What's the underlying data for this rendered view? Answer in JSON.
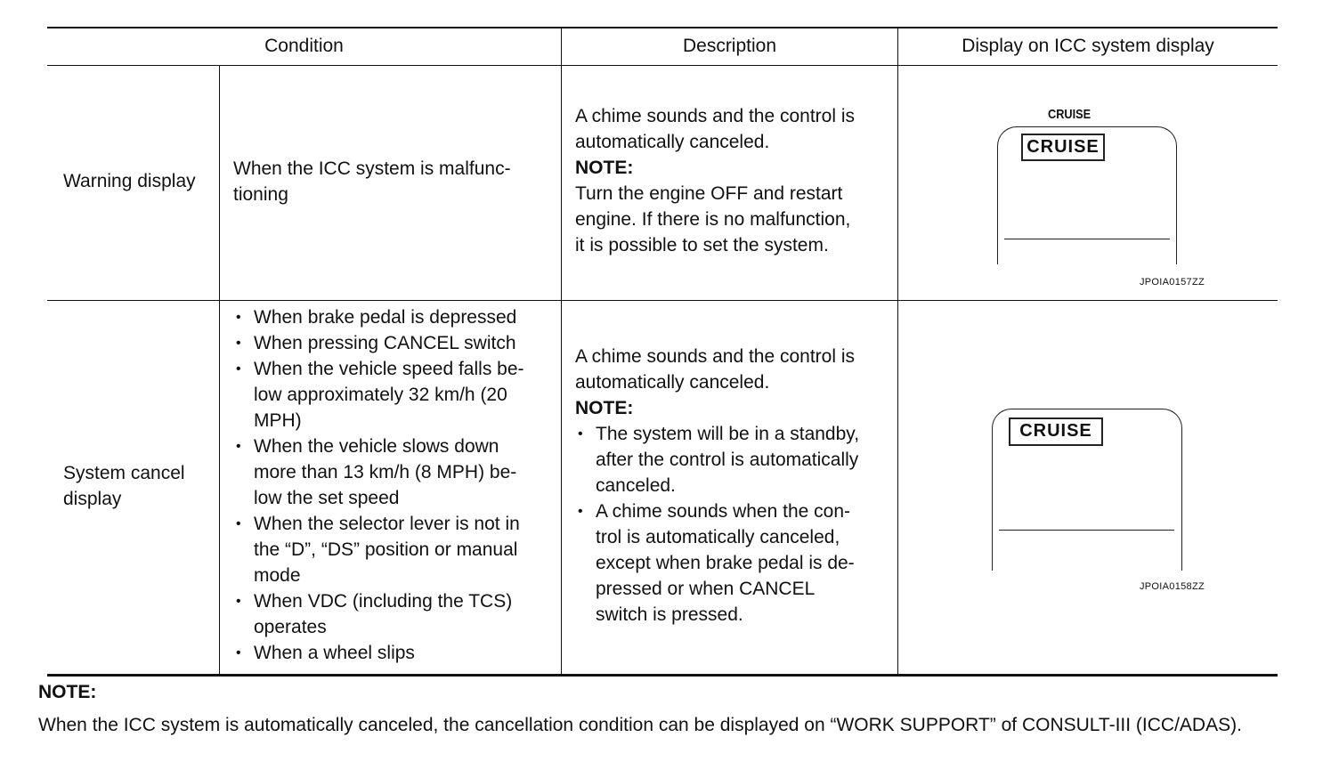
{
  "table": {
    "headers": [
      "Condition",
      "Description",
      "Display on ICC system display"
    ],
    "rows": [
      {
        "type": "Warning display",
        "condition": [
          "When the ICC system is malfunc-",
          "tioning"
        ],
        "description": {
          "lines": [
            "A chime sounds and the control is",
            "automatically canceled."
          ],
          "note_label": "NOTE:",
          "note_lines": [
            "Turn the engine OFF and restart",
            "engine. If there is no malfunction,",
            "it is possible to set the system."
          ]
        },
        "display": {
          "top_label": "CRUISE",
          "box_label": "CRUISE",
          "code": "JPOIA0157ZZ"
        }
      },
      {
        "type_lines": [
          "System cancel",
          "display"
        ],
        "conditions": [
          [
            "When brake pedal is depressed"
          ],
          [
            "When pressing CANCEL switch"
          ],
          [
            "When the vehicle speed falls be-",
            "low approximately 32 km/h (20",
            "MPH)"
          ],
          [
            "When the vehicle slows down",
            "more than 13 km/h (8 MPH) be-",
            "low the set speed"
          ],
          [
            "When the selector lever is not in",
            "the “D”, “DS” position or manual",
            "mode"
          ],
          [
            "When VDC (including the TCS)",
            "operates"
          ],
          [
            "When a wheel slips"
          ]
        ],
        "description": {
          "lines": [
            "A chime sounds and the control is",
            "automatically canceled."
          ],
          "note_label": "NOTE:",
          "bullets": [
            [
              "The system will be in a standby,",
              "after the control is automatically",
              "canceled."
            ],
            [
              "A chime sounds when the con-",
              "trol is automatically canceled,",
              "except when brake pedal is de-",
              "pressed or when CANCEL",
              "switch is pressed."
            ]
          ]
        },
        "display": {
          "box_label": "CRUISE",
          "code": "JPOIA0158ZZ"
        }
      }
    ]
  },
  "note": {
    "title": "NOTE:",
    "body": "When the ICC system is automatically canceled, the cancellation condition can be displayed on “WORK SUPPORT” of CONSULT-III (ICC/ADAS)."
  }
}
